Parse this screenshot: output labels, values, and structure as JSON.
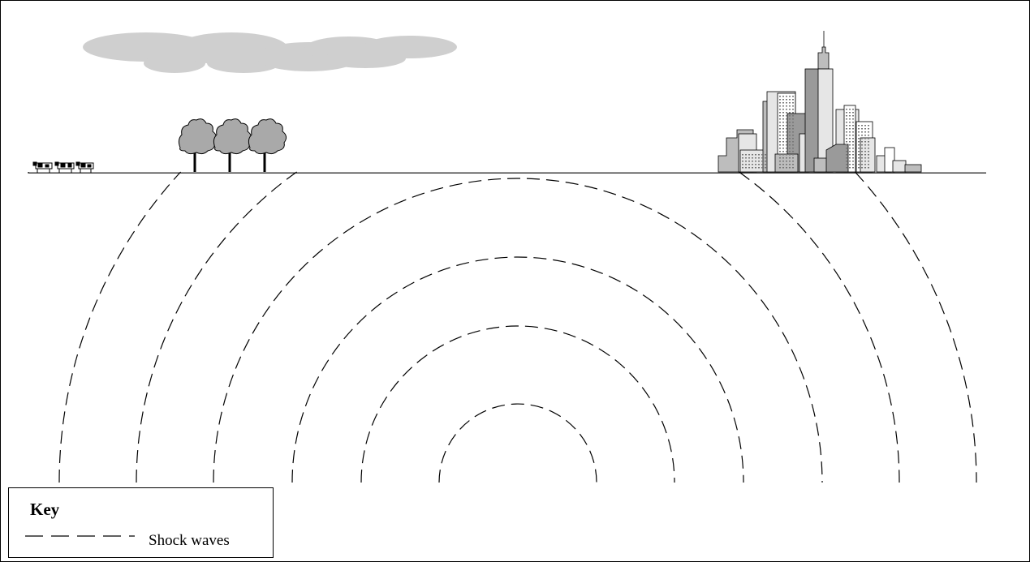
{
  "key": {
    "title": "Key",
    "items": [
      {
        "label": "Shock waves",
        "line_style": "dashed"
      }
    ]
  },
  "scene": {
    "elements": [
      "cloud",
      "cows",
      "trees",
      "ground",
      "city-skyline",
      "shock-waves"
    ],
    "shock_wave_count": 6,
    "colors": {
      "line": "#000000",
      "cloud": "#cfcfcf",
      "tree": "#a9a9a9",
      "building_light": "#e6e6e6",
      "building_mid": "#bdbdbd",
      "building_dark": "#9a9a9a"
    }
  }
}
